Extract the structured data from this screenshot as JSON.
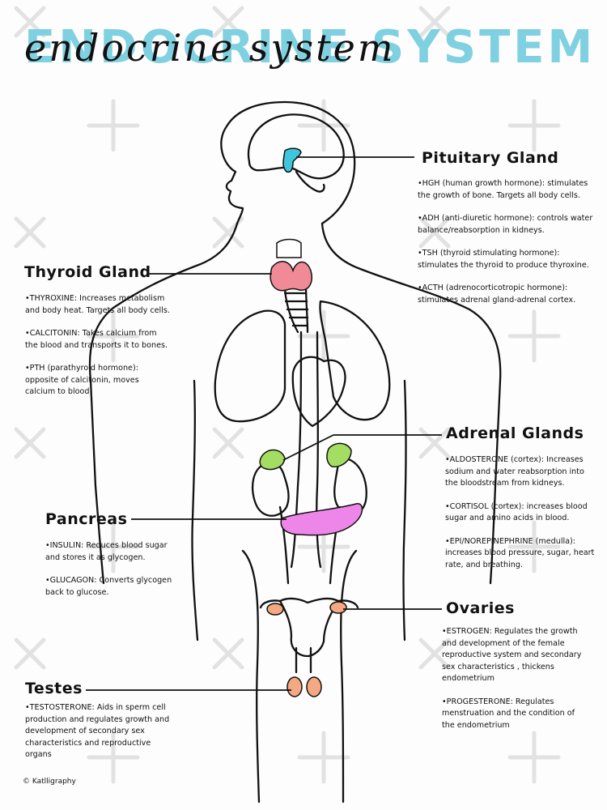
{
  "title": "ENDOCRINE SYSTEM",
  "title_script": "endocrine system",
  "colors": {
    "title_fill": "#7fd0e0",
    "pituitary": "#3fc6dd",
    "thyroid": "#f08a96",
    "adrenal": "#a3de62",
    "pancreas": "#ee86ea",
    "gonads": "#f5a983"
  },
  "glands": {
    "pituitary": {
      "name": "Pituitary Gland",
      "hormones": [
        "•HGH (human growth hormone): stimulates the growth of bone. Targets all body cells.",
        "•ADH (anti-diuretic hormone): controls water balance/reabsorption in kidneys.",
        "•TSH (thyroid stimulating hormone): stimulates the thyroid to produce thyroxine.",
        "•ACTH (adrenocorticotropic hormone): stimulates adrenal gland-adrenal cortex."
      ]
    },
    "thyroid": {
      "name": "Thyroid Gland",
      "hormones": [
        "•THYROXINE: Increases metabolism and body heat. Targets all body cells.",
        "•CALCITONIN: Takes calcium from the blood and transports it to bones.",
        "•PTH (parathyroid hormone): opposite of calcitonin, moves calcium to blood."
      ]
    },
    "adrenal": {
      "name": "Adrenal Glands",
      "hormones": [
        "•ALDOSTERONE (cortex): Increases sodium and water reabsorption into the bloodstream from kidneys.",
        "•CORTISOL (cortex): increases blood sugar and amino acids in blood.",
        "•EPI/NOREPINEPHRINE (medulla): increases blood pressure, sugar, heart rate, and breathing."
      ]
    },
    "pancreas": {
      "name": "Pancreas",
      "hormones": [
        "•INSULIN: Reduces blood sugar and stores it as glycogen.",
        "•GLUCAGON: Converts glycogen back to glucose."
      ]
    },
    "ovaries": {
      "name": "Ovaries",
      "hormones": [
        "•ESTROGEN: Regulates the growth and development of the female reproductive system and secondary sex characteristics , thickens endometrium",
        "•PROGESTERONE: Regulates menstruation and the condition of the endometrium"
      ]
    },
    "testes": {
      "name": "Testes",
      "hormones": [
        "•TESTOSTERONE: Aids in sperm cell production and regulates growth and development of secondary sex characteristics and reproductive organs"
      ]
    }
  },
  "credit": "© Katlligraphy"
}
